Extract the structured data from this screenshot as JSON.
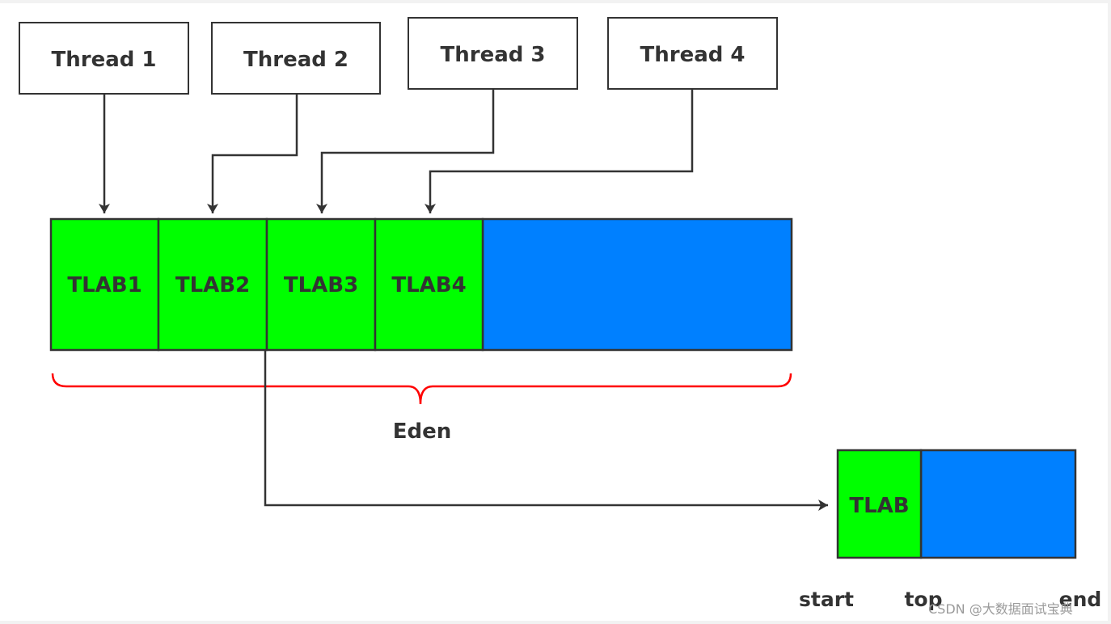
{
  "threads": [
    {
      "label": "Thread 1"
    },
    {
      "label": "Thread 2"
    },
    {
      "label": "Thread 3"
    },
    {
      "label": "Thread 4"
    }
  ],
  "eden": {
    "tlabs": [
      {
        "label": "TLAB1"
      },
      {
        "label": "TLAB2"
      },
      {
        "label": "TLAB3"
      },
      {
        "label": "TLAB4"
      }
    ],
    "label": "Eden"
  },
  "detail": {
    "tlab_label": "TLAB",
    "pointers": {
      "start": "start",
      "top": "top",
      "end": "end"
    }
  },
  "watermark": "CSDN @大数据面试宝典",
  "colors": {
    "tlab_fill": "#00ff00",
    "free_fill": "#0080ff",
    "brace": "#ff0000",
    "stroke": "#333333",
    "text": "#333333"
  }
}
